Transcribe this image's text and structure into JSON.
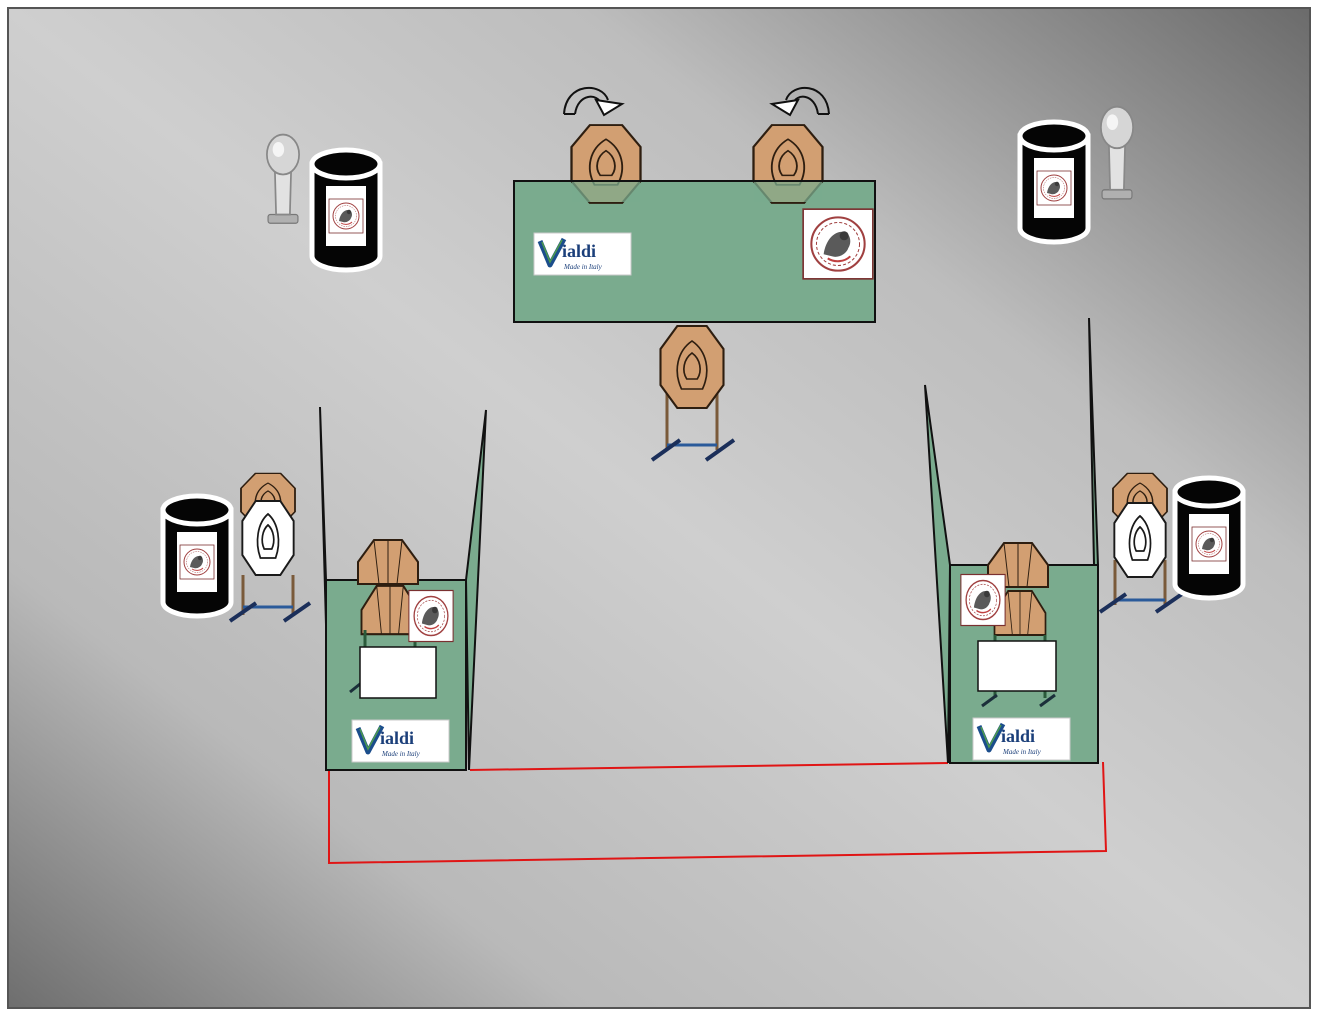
{
  "brand": {
    "logo_letter": "V",
    "logo_text": "ialdi",
    "tagline": "Made in Italy"
  },
  "colors": {
    "panel_green": "#7aab8e",
    "target_tan": "#d29f72",
    "target_outline": "#2e1e10",
    "fault_line": "#e01515",
    "stand_blue": "#2a5a9a",
    "barrel_black": "#050505",
    "popper_gray": "#b8b8b8"
  },
  "icons": [
    "swinger-arrow-icon",
    "steel-popper-icon",
    "oil-drum-icon",
    "club-logo-icon",
    "ipsc-target-icon",
    "no-shoot-target-icon",
    "target-stand-icon"
  ]
}
